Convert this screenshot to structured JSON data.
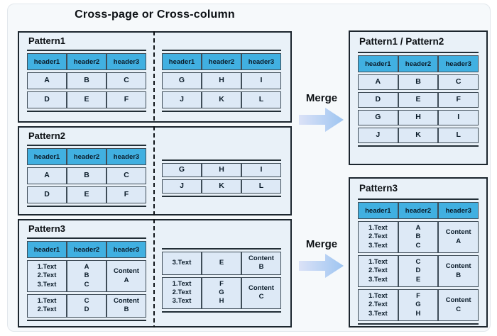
{
  "title": "Cross-page or Cross-column",
  "merge_label": "Merge",
  "colors": {
    "header_bg": "#41b0e1",
    "cell_bg": "#dde9f6",
    "box_bg": "#e9f1f8",
    "arrow_from": "#dbe2f7",
    "arrow_to": "#9ec5f1"
  },
  "patterns": [
    {
      "name": "Pattern1",
      "left_table": {
        "headers": [
          "header1",
          "header2",
          "header3"
        ],
        "rows": [
          [
            "A",
            "B",
            "C"
          ],
          [
            "D",
            "E",
            "F"
          ]
        ]
      },
      "right_table": {
        "headers": [
          "header1",
          "header2",
          "header3"
        ],
        "rows": [
          [
            "G",
            "H",
            "I"
          ],
          [
            "J",
            "K",
            "L"
          ]
        ]
      }
    },
    {
      "name": "Pattern2",
      "left_table": {
        "headers": [
          "header1",
          "header2",
          "header3"
        ],
        "rows": [
          [
            "A",
            "B",
            "C"
          ],
          [
            "D",
            "E",
            "F"
          ]
        ]
      },
      "right_table": {
        "rows": [
          [
            "G",
            "H",
            "I"
          ],
          [
            "J",
            "K",
            "L"
          ]
        ]
      }
    },
    {
      "name": "Pattern3",
      "left_table": {
        "headers": [
          "header1",
          "header2",
          "header3"
        ],
        "rows": [
          [
            "1.Text\n2.Text\n3.Text",
            "A\nB\nC",
            "Content\nA"
          ],
          [
            "1.Text\n2.Text",
            "C\nD",
            "Content\nB"
          ]
        ]
      },
      "right_table": {
        "rows": [
          [
            "3.Text",
            "E",
            "Content\nB"
          ],
          [
            "1.Text\n2.Text\n3.Text",
            "F\nG\nH",
            "Content\nC"
          ]
        ]
      }
    }
  ],
  "results": [
    {
      "name": "Pattern1 / Pattern2",
      "table": {
        "headers": [
          "header1",
          "header2",
          "header3"
        ],
        "rows": [
          [
            "A",
            "B",
            "C"
          ],
          [
            "D",
            "E",
            "F"
          ],
          [
            "G",
            "H",
            "I"
          ],
          [
            "J",
            "K",
            "L"
          ]
        ]
      }
    },
    {
      "name": "Pattern3",
      "table": {
        "headers": [
          "header1",
          "header2",
          "header3"
        ],
        "rows": [
          [
            "1.Text\n2.Text\n3.Text",
            "A\nB\nC",
            "Content\nA"
          ],
          [
            "1.Text\n2.Text\n3.Text",
            "C\nD\nE",
            "Content\nB"
          ],
          [
            "1.Text\n2.Text\n3.Text",
            "F\nG\nH",
            "Content\nC"
          ]
        ]
      }
    }
  ]
}
